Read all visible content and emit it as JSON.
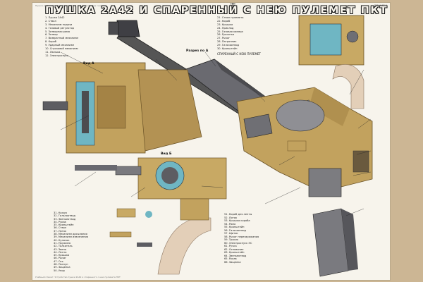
{
  "poster": {
    "title": "ПУШКА 2А42 И СПАРЕННЫЙ С НЕЮ ПУЛЕМЕТ ПКТ",
    "top_note": "Пушка в сборе с пулеметом ПКТ — вид сверху, вид снизу",
    "corner_tag": "ПЛАКАТ 2",
    "section_tags": [
      "Вид А",
      "Вид Б",
      "Разрез по А"
    ],
    "coaxial_caption": "СПАРЕННЫЙ С НЕЮ ПУЛЕМЕТ",
    "footer_note": "Учебный плакат. Устройство пушки 2А42 и спаренного с нею пулемета ПКТ"
  },
  "legend_left_top": [
    "1. Пушка 2А42",
    "2. Ствол",
    "3. Механизм подачи",
    "4. Газовый регулятор",
    "5. Затворная рама",
    "6. Затвор",
    "7. Возвратный механизм",
    "8. Короб",
    "9. Ударный механизм",
    "10. Спусковой механизм",
    "11. Люлька",
    "12. Электроспуск"
  ],
  "legend_right_top": [
    "21. Ствол пулемета",
    "22. Короб",
    "23. Крышка",
    "24. Приклад",
    "25. Газовая камера",
    "26. Рукоятка",
    "27. Рычаг",
    "28. Патронник",
    "29. Гильзоотвод",
    "30. Кронштейн"
  ],
  "legend_left_bottom": [
    "31. Кожух",
    "32. Гильзоотвод",
    "33. Звеньеотвод",
    "34. Рукав",
    "35. Кронштейн",
    "36. Ствол",
    "37. Лоток",
    "38. Механизм досылания",
    "39. Механизм извлечения",
    "40. Кулачок",
    "41. Пружина",
    "42. Толкатель",
    "43. Звено",
    "44. Лента",
    "45. Крышка",
    "46. Рычаг",
    "47. Ось",
    "48. Ползун",
    "49. Защелка",
    "50. Упор"
  ],
  "legend_right_bottom": [
    "51. Короб для ленты",
    "52. Лоток",
    "53. Крышка короба",
    "54. Рама",
    "55. Кронштейн",
    "56. Гильзоотвод",
    "57. Щиток",
    "58. Рычаг перезаряжания",
    "59. Тросик",
    "60. Электроспуск ЭС",
    "61. Ручка",
    "62. Основание",
    "63. Кронштейн",
    "64. Звеньеотвод",
    "65. Рукав",
    "66. Защелка"
  ],
  "colors": {
    "khaki": "#c2a25e",
    "khaki_dark": "#9a7a3e",
    "gunmetal": "#5d5d62",
    "cyan_part": "#6fb6c3",
    "beige_chute": "#e3cfb8",
    "paper": "#f7f4ec"
  }
}
